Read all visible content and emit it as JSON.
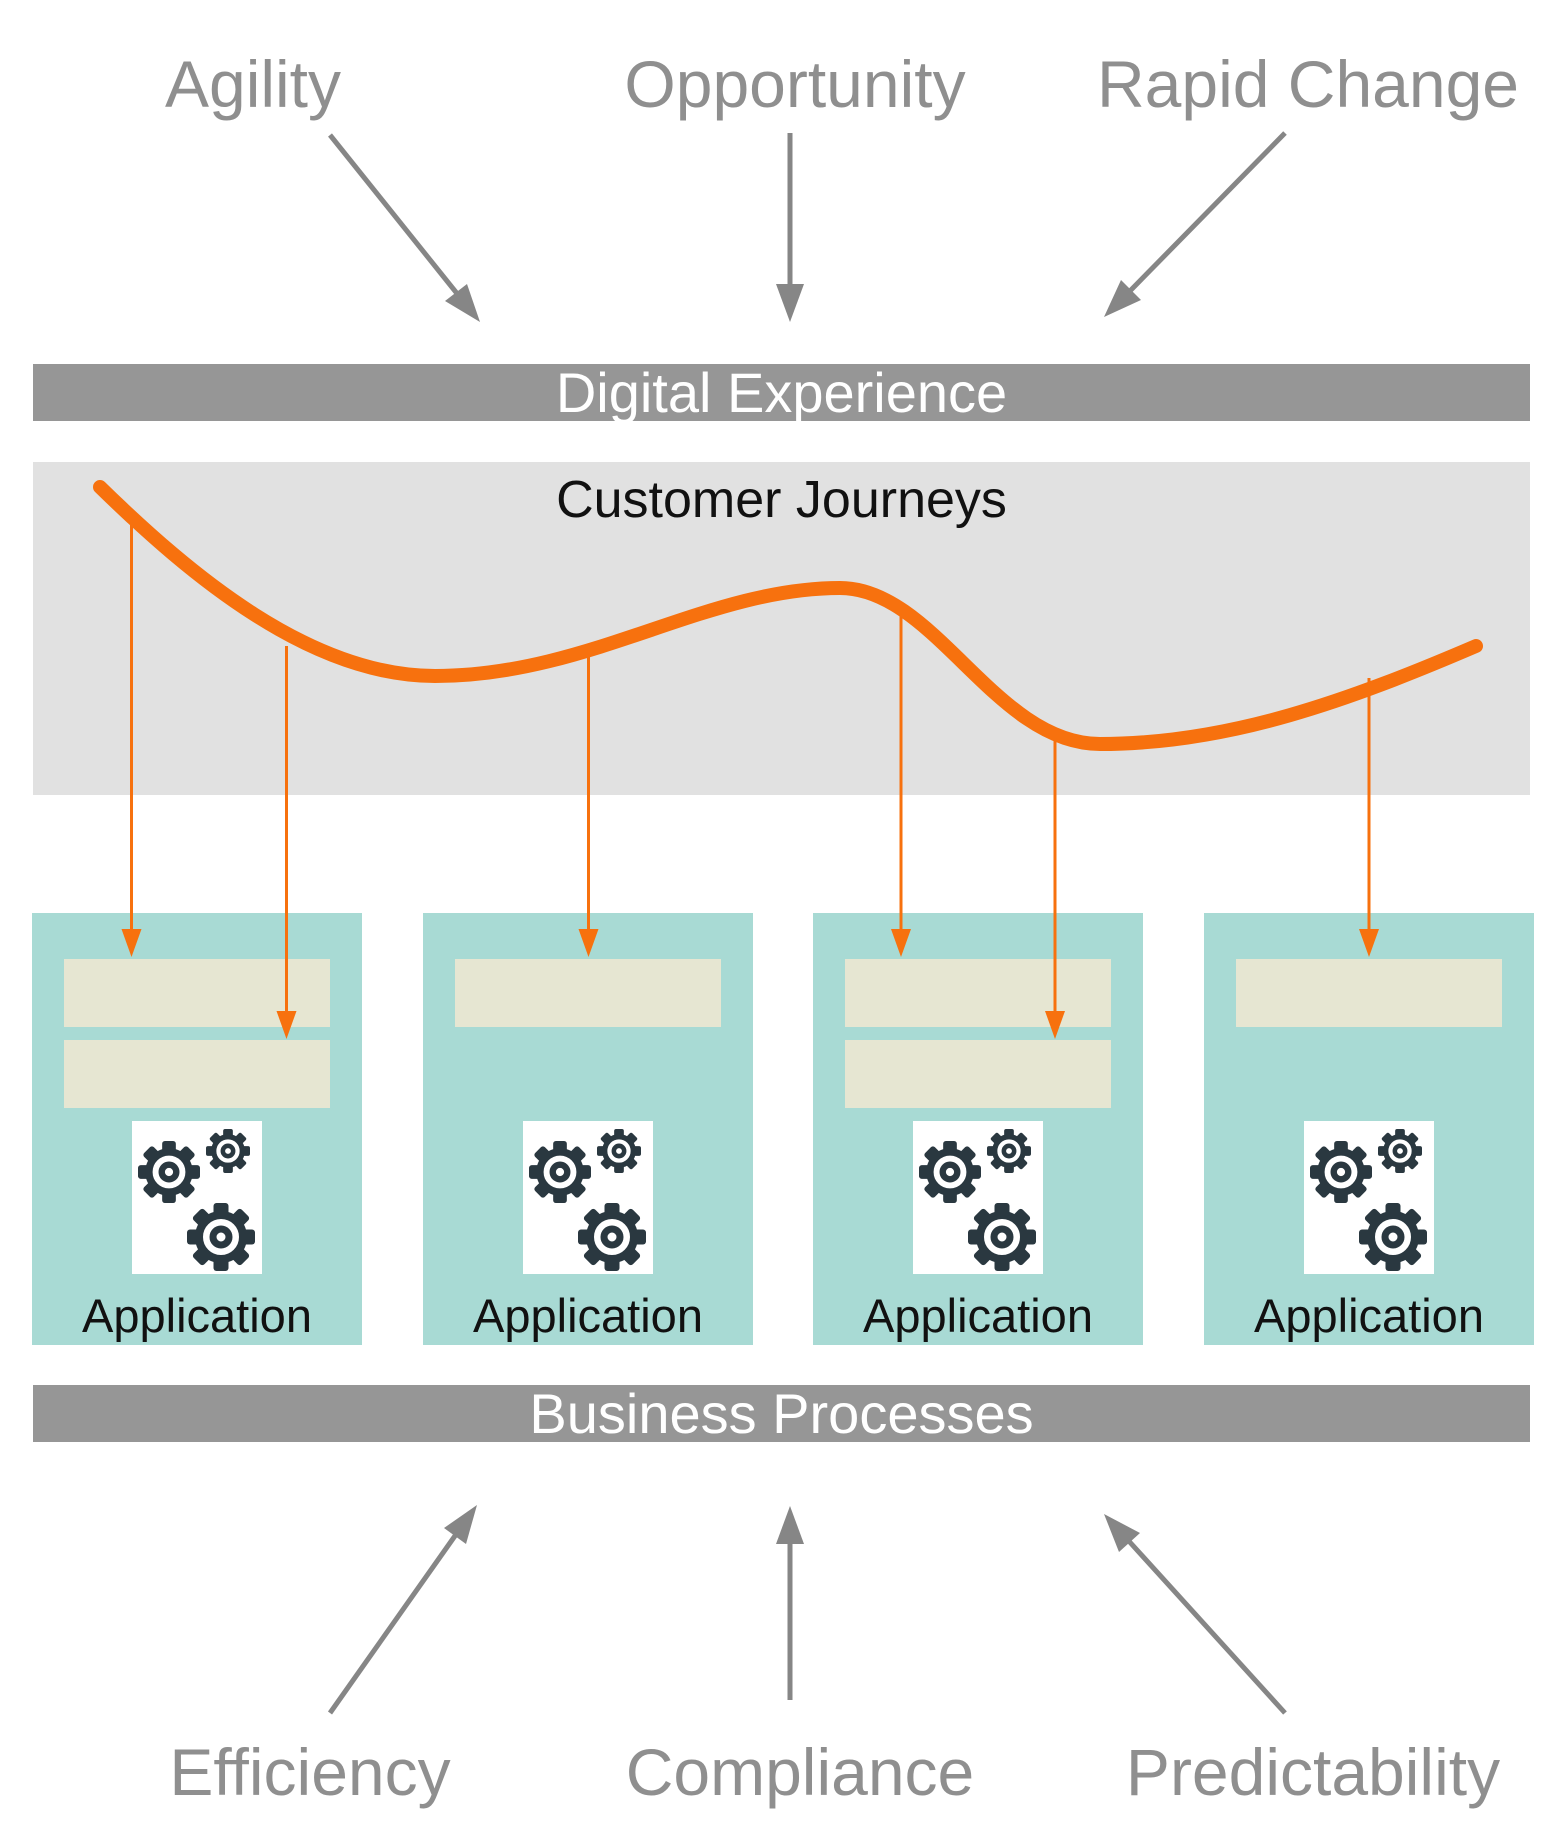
{
  "top_factors": [
    {
      "label": "Agility"
    },
    {
      "label": "Opportunity"
    },
    {
      "label": "Rapid Change"
    }
  ],
  "digital_experience_bar": {
    "label": "Digital Experience"
  },
  "customer_journeys_panel": {
    "title": "Customer Journeys"
  },
  "applications": [
    {
      "label": "Application",
      "integration_points": 2
    },
    {
      "label": "Application",
      "integration_points": 1
    },
    {
      "label": "Application",
      "integration_points": 2
    },
    {
      "label": "Application",
      "integration_points": 1
    }
  ],
  "business_processes_bar": {
    "label": "Business Processes"
  },
  "bottom_factors": [
    {
      "label": "Efficiency"
    },
    {
      "label": "Compliance"
    },
    {
      "label": "Predictability"
    }
  ],
  "colors": {
    "orange": "#F7710E",
    "teal": "#A8DAD4",
    "slot_beige": "#E6E6D2",
    "panel_gray": "#E1E1E1",
    "bar_gray": "#969696",
    "label_gray": "#8F8F8F",
    "arrow_gray": "#868686",
    "gear_dark": "#2A3840"
  }
}
